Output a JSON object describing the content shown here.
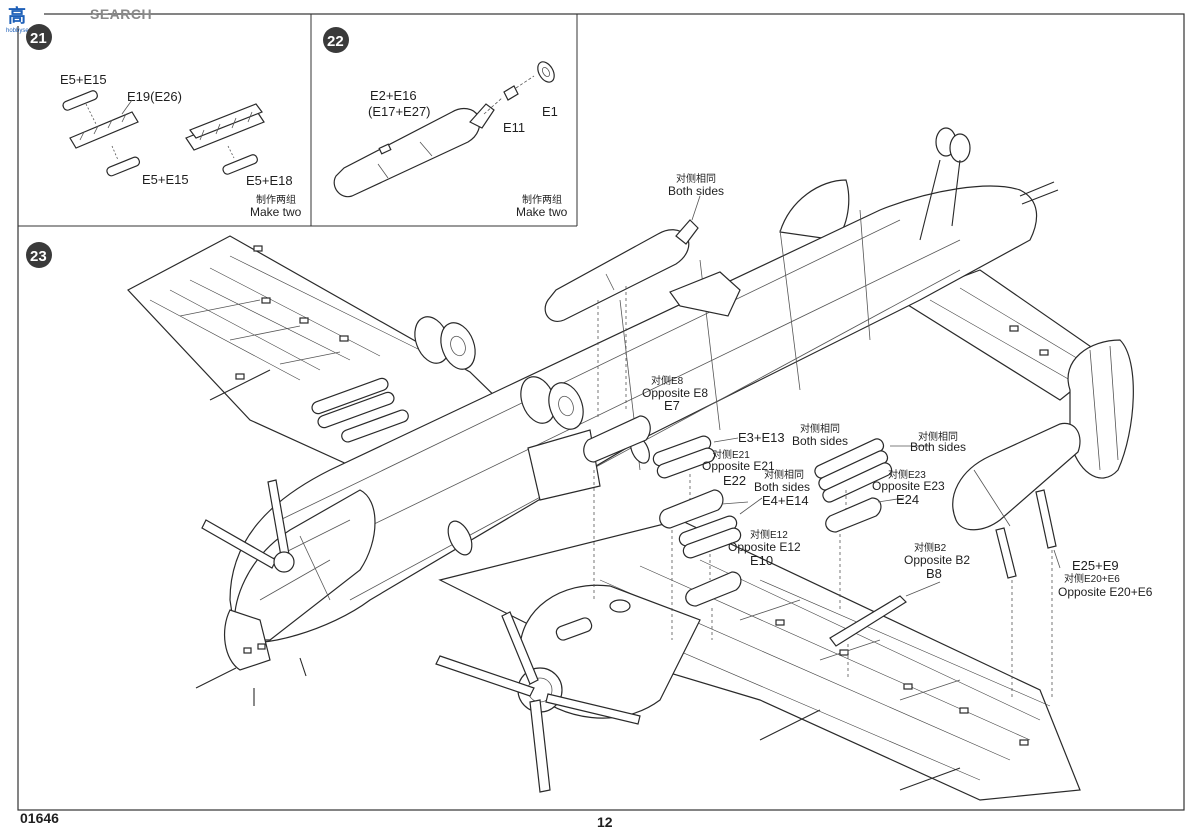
{
  "watermark": {
    "text": "SEARCH",
    "logo_glyph": "高",
    "logo_sub": "hobbysearch"
  },
  "steps": {
    "s21": {
      "number": "21",
      "labels": [
        "E5+E15",
        "E19(E26)",
        "E5+E15",
        "E5+E18"
      ],
      "note_cn": "制作两组",
      "note_en": "Make two"
    },
    "s22": {
      "number": "22",
      "labels": [
        "E2+E16",
        "(E17+E27)",
        "E11",
        "E1"
      ],
      "note_cn": "制作两组",
      "note_en": "Make two"
    },
    "s23": {
      "number": "23",
      "callouts": {
        "both1_cn": "对侧相同",
        "both1_en": "Both sides",
        "e8_cn": "对侧E8",
        "e8_en": "Opposite E8",
        "e7": "E7",
        "e3e13": "E3+E13",
        "both2_cn": "对侧相同",
        "both2_en": "Both sides",
        "both3_cn": "对侧相同",
        "both3_en": "Both sides",
        "e21_cn": "对侧E21",
        "e21_en": "Opposite E21",
        "e22": "E22",
        "both4_cn": "对侧相同",
        "both4_en": "Both sides",
        "e4e14": "E4+E14",
        "e23_cn": "对侧E23",
        "e23_en": "Opposite E23",
        "e24": "E24",
        "e12_cn": "对侧E12",
        "e12_en": "Opposite E12",
        "e10": "E10",
        "b2_cn": "对侧B2",
        "b2_en": "Opposite B2",
        "b8": "B8",
        "e25e9": "E25+E9",
        "e20e6_cn": "对侧E20+E6",
        "e20e6_en": "Opposite E20+E6"
      }
    }
  },
  "footer": {
    "code": "01646",
    "page": "12"
  }
}
